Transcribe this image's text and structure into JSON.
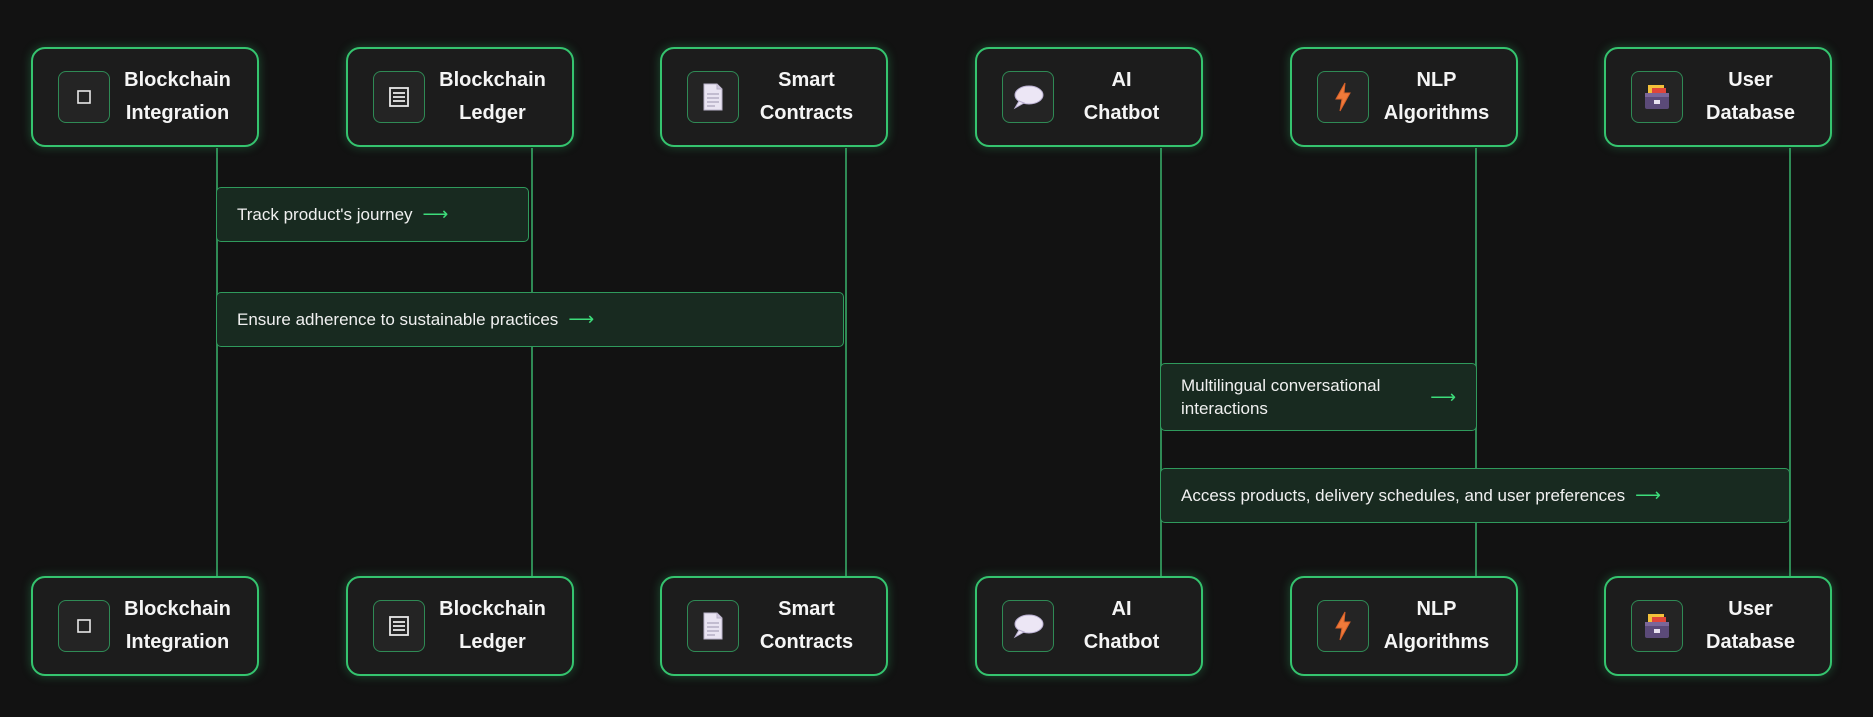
{
  "actors": [
    {
      "label": "Blockchain\nIntegration",
      "icon": "white-square-icon"
    },
    {
      "label": "Blockchain\nLedger",
      "icon": "ledger-icon"
    },
    {
      "label": "Smart\nContracts",
      "icon": "document-icon"
    },
    {
      "label": "AI\nChatbot",
      "icon": "speech-bubble-icon"
    },
    {
      "label": "NLP\nAlgorithms",
      "icon": "lightning-icon"
    },
    {
      "label": "User\nDatabase",
      "icon": "card-file-box-icon"
    }
  ],
  "messages": [
    {
      "text": "Track product's journey",
      "arrow": "⟶"
    },
    {
      "text": "Ensure adherence to sustainable practices",
      "arrow": "⟶"
    },
    {
      "text": "Multilingual conversational interactions",
      "arrow": "⟶"
    },
    {
      "text": "Access products, delivery schedules, and user preferences",
      "arrow": "⟶"
    }
  ],
  "colors": {
    "background": "#121212",
    "accent": "#35c46f",
    "lifeline": "#2f8a55",
    "message_fill": "#182a20"
  }
}
